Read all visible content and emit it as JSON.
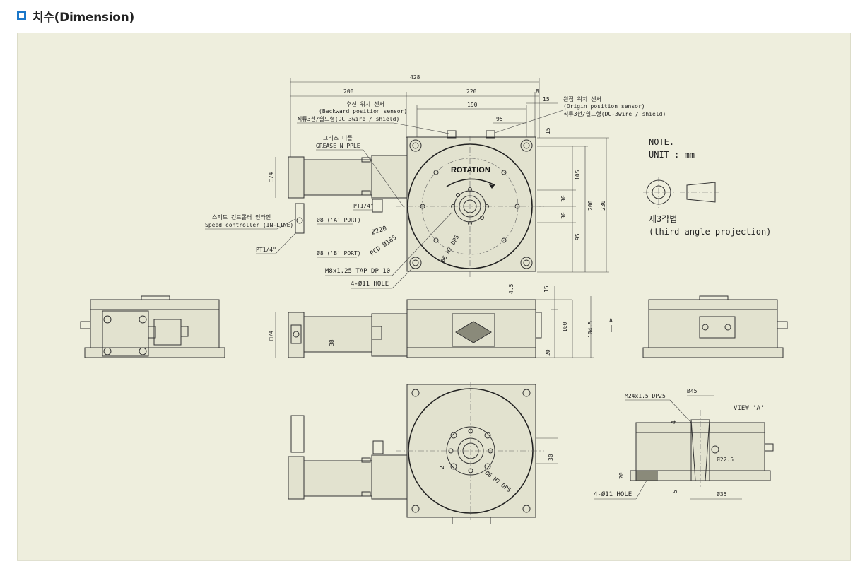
{
  "section": {
    "title": "치수(Dimension)"
  },
  "drawing": {
    "top_dims": {
      "overall": "428",
      "left": "200",
      "mid": "220",
      "right_small": "8",
      "inner": "190",
      "sensor_off": "95",
      "edge": "15"
    },
    "right_dims": {
      "d105": "105",
      "d30a": "30",
      "d30b": "30",
      "d95": "95",
      "d200": "200",
      "d230": "230"
    },
    "labels": {
      "backward_kr": "후진 위치 센서",
      "backward_en": "(Backward position sensor)",
      "backward_wire": "직류3선/쉴드형(DC 3wire / shield)",
      "origin_kr": "원점 위치 센서",
      "origin_en": "(Origin position sensor)",
      "origin_wire": "직류3선/쉴드형(DC-3wire / shield)",
      "grease_kr": "그리스 니플",
      "grease_en": "GREASE N PPLE",
      "speed_kr": "스피드 컨트롤러 인라인",
      "speed_en": "Speed controller (IN-LINE)",
      "pt14_a": "PT1/4\"",
      "pt14_b": "PT1/4\"",
      "a_port": "Ø8 ('A' PORT)",
      "b_port": "Ø8 ('B' PORT)",
      "d220": "Ø220",
      "pcd": "PCD Ø165",
      "dp5": "Ø6 H7 DP5",
      "tap": "M8x1.25 TAP DP 10",
      "hole": "4-Ø11 HOLE",
      "sq74a": "□74",
      "sq74b": "□74",
      "rotation": "ROTATION"
    },
    "note": {
      "title": "NOTE.",
      "unit": "UNIT : mm",
      "proj_kr": "제3각법",
      "proj_en": "(third angle projection)"
    },
    "front": {
      "d45": "4.5",
      "d15": "15",
      "d100": "100",
      "d1045": "104.5",
      "d20": "20",
      "d38": "38",
      "arrow_a": "A"
    },
    "view_a": {
      "title": "VIEW 'A'",
      "m24": "M24x1.5 DP25",
      "d45": "Ø45",
      "d4": "4",
      "d225": "Ø22.5",
      "d20": "20",
      "d5": "5",
      "d35": "Ø35",
      "hole": "4-Ø11 HOLE"
    },
    "bottom": {
      "d2": "2",
      "d30": "30",
      "dp5": "Ø6 H7 DP5"
    }
  }
}
